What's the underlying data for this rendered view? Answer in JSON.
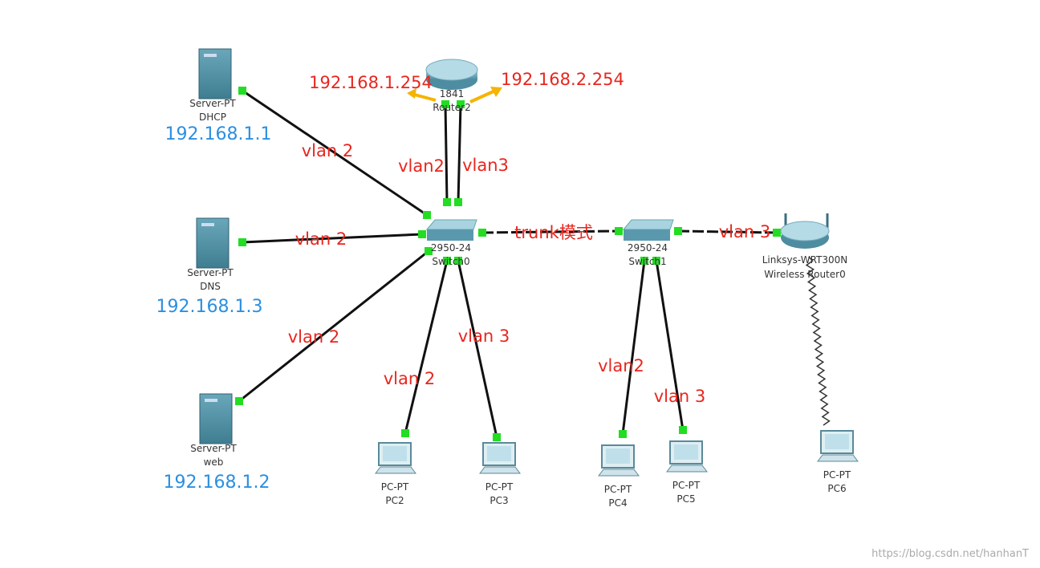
{
  "colors": {
    "label_red": "#e8261e",
    "ip_blue": "#2b8fe0",
    "link": "#111111",
    "port_up": "#22dd22",
    "device": "#5a98ad"
  },
  "devices": [
    {
      "id": "dhcp",
      "type": "server",
      "model": "Server-PT",
      "name": "DHCP",
      "ip": "192.168.1.1"
    },
    {
      "id": "dns",
      "type": "server",
      "model": "Server-PT",
      "name": "DNS",
      "ip": "192.168.1.3"
    },
    {
      "id": "web",
      "type": "server",
      "model": "Server-PT",
      "name": "web",
      "ip": "192.168.1.2"
    },
    {
      "id": "router2",
      "type": "router",
      "model": "1841",
      "name": "Router2"
    },
    {
      "id": "switch0",
      "type": "switch",
      "model": "2950-24",
      "name": "Switch0"
    },
    {
      "id": "switch1",
      "type": "switch",
      "model": "2950-24",
      "name": "Switch1"
    },
    {
      "id": "wrouter0",
      "type": "wireless-router",
      "model": "Linksys-WRT300N",
      "name": "Wireless Router0"
    },
    {
      "id": "pc2",
      "type": "pc",
      "model": "PC-PT",
      "name": "PC2"
    },
    {
      "id": "pc3",
      "type": "pc",
      "model": "PC-PT",
      "name": "PC3"
    },
    {
      "id": "pc4",
      "type": "pc",
      "model": "PC-PT",
      "name": "PC4"
    },
    {
      "id": "pc5",
      "type": "pc",
      "model": "PC-PT",
      "name": "PC5"
    },
    {
      "id": "pc6",
      "type": "pc",
      "model": "PC-PT",
      "name": "PC6"
    }
  ],
  "links": [
    {
      "from": "dhcp",
      "to": "switch0",
      "label": "vlan 2"
    },
    {
      "from": "dns",
      "to": "switch0",
      "label": "vlan 2"
    },
    {
      "from": "web",
      "to": "switch0",
      "label": "vlan 2"
    },
    {
      "from": "router2",
      "to": "switch0",
      "label": "vlan2"
    },
    {
      "from": "router2",
      "to": "switch0",
      "label": "vlan3"
    },
    {
      "from": "switch0",
      "to": "switch1",
      "label": "trunk模式",
      "style": "dashed"
    },
    {
      "from": "switch1",
      "to": "wrouter0",
      "label": "vlan 3",
      "style": "dashed"
    },
    {
      "from": "switch0",
      "to": "pc2",
      "label": "vlan 2"
    },
    {
      "from": "switch0",
      "to": "pc3",
      "label": "vlan 3"
    },
    {
      "from": "switch1",
      "to": "pc4",
      "label": "vlan2"
    },
    {
      "from": "switch1",
      "to": "pc5",
      "label": "vlan 3"
    },
    {
      "from": "wrouter0",
      "to": "pc6",
      "label": "",
      "style": "wireless"
    }
  ],
  "router_interfaces": [
    "192.168.1.254",
    "192.168.2.254"
  ],
  "watermark": "https://blog.csdn.net/hanhanT"
}
